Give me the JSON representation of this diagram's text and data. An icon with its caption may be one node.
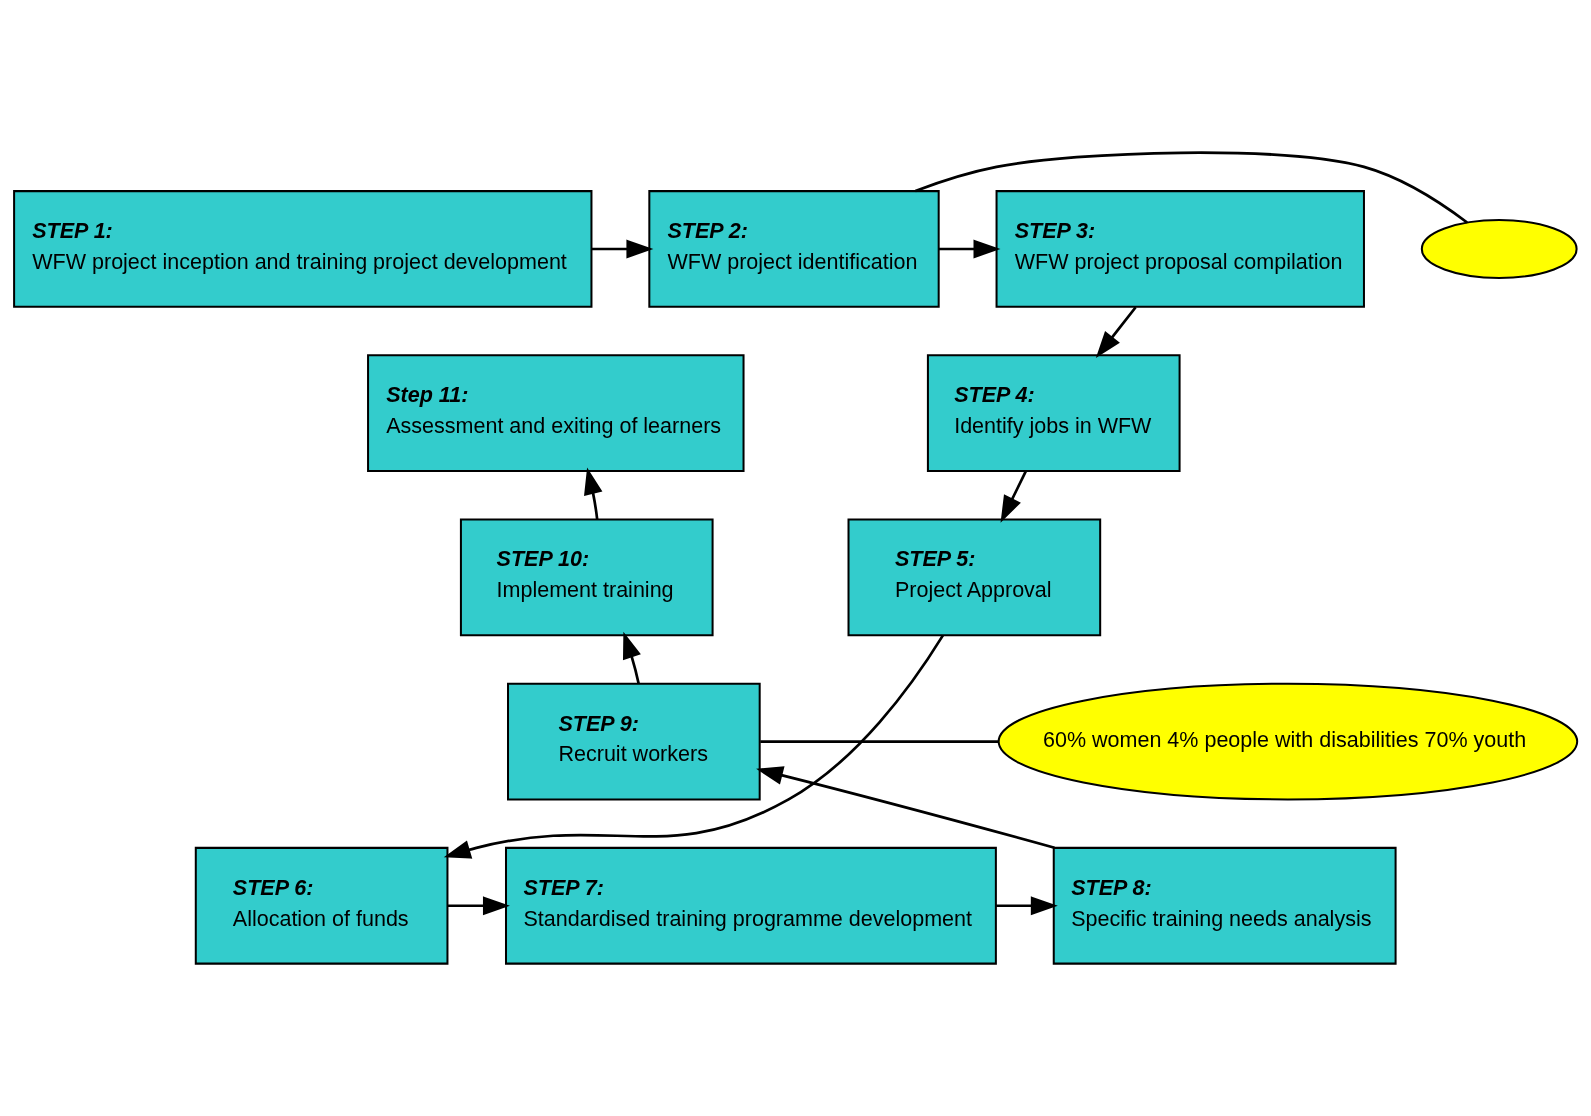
{
  "diagram": {
    "nodes": [
      {
        "text": [
          "STEP 1:",
          "WFW project inception and training project development"
        ]
      },
      {
        "text": [
          "STEP 2:",
          "WFW project identification"
        ]
      },
      {
        "text": [
          "STEP 3:",
          "WFW project proposal compilation"
        ]
      },
      {
        "text": [
          "STEP 4:",
          "Identify jobs in WFW"
        ]
      },
      {
        "text": [
          "STEP 5:",
          "Project Approval"
        ]
      },
      {
        "text": [
          "STEP 6:",
          "Allocation of funds"
        ]
      },
      {
        "text": [
          "STEP 7:",
          "Standardised training programme development"
        ]
      },
      {
        "text": [
          "STEP 8:",
          "Specific training needs analysis"
        ]
      },
      {
        "text": [
          "STEP 9:",
          "Recruit workers"
        ]
      },
      {
        "text": [
          "STEP 10:",
          "Implement training"
        ]
      },
      {
        "text": [
          "Step 11:",
          "Assessment and exiting of learners"
        ]
      },
      {
        "text": [],
        "shape": "cloud"
      },
      {
        "text": [
          "60% women 4% people with disabilities 70% youth"
        ]
      }
    ],
    "edges": [
      {
        "from": 0,
        "to": 1,
        "arrow": "to"
      },
      {
        "from": 1,
        "to": 2,
        "arrow": "to"
      },
      {
        "from": 2,
        "to": 3,
        "arrow": "to"
      },
      {
        "from": 3,
        "to": 4,
        "arrow": "to"
      },
      {
        "from": 4,
        "to": 5,
        "arrow": "to"
      },
      {
        "from": 5,
        "to": 6,
        "arrow": "to"
      },
      {
        "from": 6,
        "to": 7,
        "arrow": "to"
      },
      {
        "from": 7,
        "to": 8,
        "arrow": "to"
      },
      {
        "from": 8,
        "to": 9,
        "arrow": "to"
      },
      {
        "from": 9,
        "to": 10,
        "arrow": "to"
      },
      {
        "from": 11,
        "to": 1,
        "arrow": "none"
      },
      {
        "from": 12,
        "to": 8,
        "arrow": "none"
      }
    ]
  }
}
